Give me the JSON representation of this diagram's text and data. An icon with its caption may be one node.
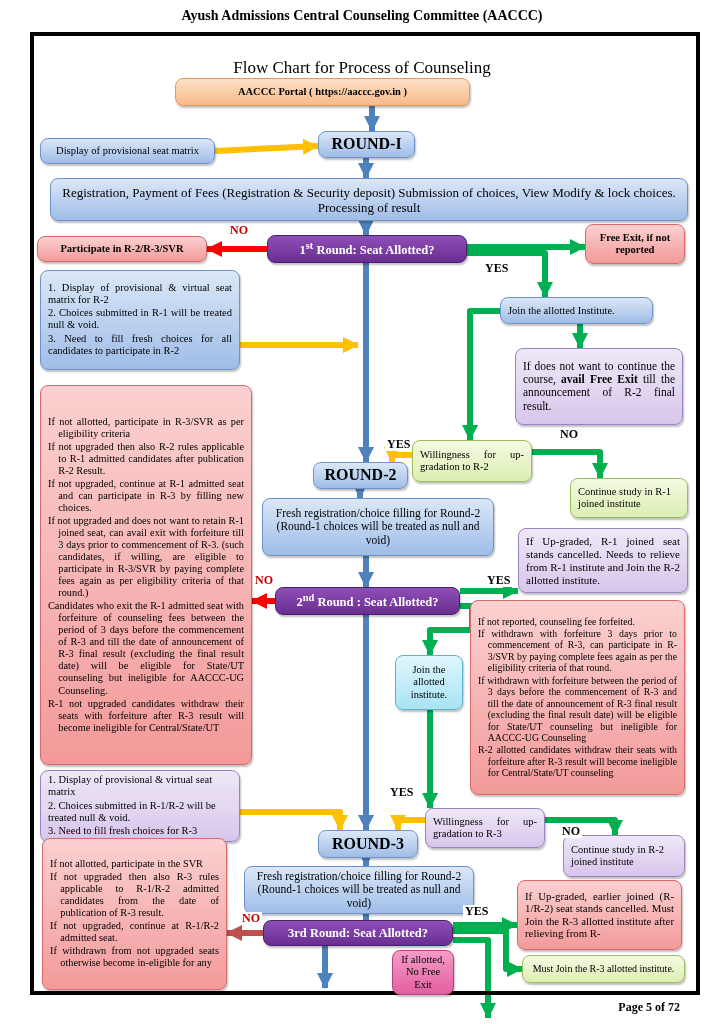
{
  "diagram": {
    "title": "Flow Chart for Process of Counseling",
    "nodes": [
      {
        "text": [
          "AACCC Portal ( https://aaccc.gov.in )"
        ]
      },
      {
        "text": [
          "Display of provisional seat matrix"
        ]
      },
      {
        "text": [
          "ROUND-I"
        ]
      },
      {
        "text": [
          "Registration, Payment of Fees (Registration & Security deposit) Submission of choices, View Modify & lock choices. Processing of result"
        ]
      },
      {
        "text": [
          "1$^{st}$ Round: Seat Allotted?"
        ]
      },
      {
        "text": [
          "Participate in R-2/R-3/SVR"
        ]
      },
      {
        "text": [
          "Free Exit, if not reported"
        ]
      },
      {
        "text": [
          "1. Display of provisional & virtual seat matrix for R-2",
          "2. Choices submitted in R-1 will be treated null & void.",
          "3. Need to fill fresh choices for all candidates to participate in R-2"
        ]
      },
      {
        "text": [
          "Join the allotted Institute."
        ]
      },
      {
        "text": [
          "If does not want to continue the course, **avail Free Exit** till the announcement of R-2 final result."
        ]
      },
      {
        "text": [
          "If not allotted, participate in R-3/SVR as per eligibility criteria",
          "If not upgraded then also R-2 rules applicable to R-1 admitted candidates after publication R-2 Result.",
          "If not upgraded, continue at R-1 admitted seat and can participate in R-3 by filling new choices.",
          "If not upgraded and does not want to retain R-1 joined seat, can avail exit with forfeiture till 3 days prior to commencement of R-3. (such candidates, if willing, are eligible to participate in R-3/SVR by paying complete fees again as per eligibility criteria of that round.)",
          "Candidates who exit the R-1 admitted seat with forfeiture of counseling fees between the period of 3 days before the commencement of R-3 and till the date of announcement of R-3 final result (excluding the final result date) will be eligible for State/UT counseling but ineligible for AACCC-UG Counseling.",
          "R-1 not upgraded candidates withdraw their seats with forfeiture after R-3 result will become ineligible for Central/State/UT"
        ]
      },
      {
        "text": [
          "Willingness for up-gradation to R-2"
        ]
      },
      {
        "text": [
          "ROUND-2"
        ]
      },
      {
        "text": [
          "Continue study in R-1 joined institute"
        ]
      },
      {
        "text": [
          "Fresh registration/choice filling for Round-2 (Round-1 choices will be treated as null and void)"
        ]
      },
      {
        "text": [
          "If Up-graded, R-1 joined seat stands cancelled. Needs to relieve from R-1 institute and Join the R-2 allotted institute."
        ]
      },
      {
        "text": [
          "2$^{nd}$ Round : Seat Allotted?"
        ]
      },
      {
        "text": [
          "Join the allotted institute."
        ]
      },
      {
        "text": [
          "If not reported, counseling fee forfeited.",
          "If withdrawn with forfeiture 3 days prior to commencement of R-3, can participate in R-3/SVR by paying complete fees again as per the eligibility criteria of that round.",
          "If withdrawn with forfeiture between the period of 3 days before the commencement of R-3 and till the date of announcement of R-3 final result (excluding the final result date) will be eligible for State/UT counseling but ineligible for AACCC-UG Counseling",
          "R-2 allotted candidates withdraw their seats with forfeiture after R-3 result will become ineligible for Central/State/UT counseling"
        ]
      },
      {
        "text": [
          "1. Display of provisional & virtual seat matrix",
          "2. Choices submitted in R-1/R-2 will be treated null & void.",
          "3. Need to fill fresh choices for R-3"
        ]
      },
      {
        "text": [
          "Willingness for up-gradation to R-3"
        ]
      },
      {
        "text": [
          "ROUND-3"
        ]
      },
      {
        "text": [
          "Continue study in R-2 joined institute"
        ]
      },
      {
        "text": [
          "If not allotted, participate in the SVR",
          "If not upgraded then also R-3 rules applicable to R-1/R-2 admitted candidates from the date of publication of R-3 result.",
          "If not upgraded, continue at R-1/R-2 admitted seat.",
          "If withdrawn from not upgraded seats otherwise become in-eligible for any"
        ]
      },
      {
        "text": [
          "Fresh registration/choice filling for Round-2 (Round-1 choices will be treated as null and void)"
        ]
      },
      {
        "text": [
          "If Up-graded, earlier joined (R-1/R-2) seat stands cancelled. Must Join the R-3 allotted institute after relieving from R-"
        ]
      },
      {
        "text": [
          "3rd Round: Seat Allotted?"
        ]
      },
      {
        "text": [
          "If allotted, No Free Exit"
        ]
      },
      {
        "text": [
          "Must Join the R-3 allotted institute."
        ]
      }
    ],
    "edges": [
      {
        "from": 0,
        "to": 2,
        "arrow": "to",
        "color": "#4f81bd"
      },
      {
        "from": 1,
        "to": 2,
        "arrow": "to",
        "color": "#ffc000"
      },
      {
        "from": 2,
        "to": 3,
        "arrow": "to",
        "color": "#4f81bd"
      },
      {
        "from": 3,
        "to": 4,
        "arrow": "to",
        "color": "#4f81bd"
      },
      {
        "from": 4,
        "to": 5,
        "arrow": "to",
        "label": "NO",
        "color": "#ff0000"
      },
      {
        "from": 4,
        "to": 6,
        "arrow": "to"
      },
      {
        "from": 4,
        "to": 8,
        "arrow": "to",
        "label": "YES"
      },
      {
        "from": 8,
        "to": 9,
        "arrow": "to"
      },
      {
        "from": 8,
        "to": 11,
        "arrow": "to"
      },
      {
        "from": 4,
        "to": 12,
        "arrow": "to",
        "color": "#4f81bd"
      },
      {
        "from": 7,
        "to": null,
        "arrow": "to",
        "color": "#ffc000"
      },
      {
        "from": 11,
        "to": 12,
        "arrow": "to",
        "label": "YES",
        "color": "#ffc000"
      },
      {
        "from": 11,
        "to": 13,
        "arrow": "to",
        "label": "NO"
      },
      {
        "from": 12,
        "to": 14,
        "arrow": "to",
        "color": "#4f81bd"
      },
      {
        "from": 14,
        "to": 16,
        "arrow": "to",
        "color": "#4f81bd"
      },
      {
        "from": 16,
        "to": 10,
        "arrow": "to",
        "label": "NO",
        "color": "#ff0000"
      },
      {
        "from": 16,
        "to": 15,
        "arrow": "to",
        "label": "YES"
      },
      {
        "from": 16,
        "to": 17,
        "arrow": "to"
      },
      {
        "from": 17,
        "to": 20,
        "arrow": "to"
      },
      {
        "from": 16,
        "to": 21,
        "arrow": "to",
        "color": "#4f81bd"
      },
      {
        "from": 19,
        "to": 21,
        "arrow": "to",
        "color": "#ffc000"
      },
      {
        "from": 20,
        "to": 21,
        "arrow": "to",
        "label": "YES",
        "color": "#ffc000"
      },
      {
        "from": 20,
        "to": 22,
        "arrow": "to",
        "label": "NO"
      },
      {
        "from": 21,
        "to": 24,
        "arrow": "to",
        "color": "#4f81bd"
      },
      {
        "from": 24,
        "to": 26,
        "arrow": "to",
        "color": "#4f81bd"
      },
      {
        "from": 26,
        "to": 23,
        "arrow": "to",
        "label": "NO",
        "color": "#c0504d"
      },
      {
        "from": 26,
        "to": 25,
        "arrow": "to",
        "label": "YES"
      },
      {
        "from": 26,
        "to": 28,
        "arrow": "to"
      },
      {
        "from": 26,
        "to": null,
        "arrow": "to"
      },
      {
        "from": 26,
        "to": null,
        "arrow": "to",
        "color": "#4f81bd"
      }
    ],
    "labels": [
      "Ayush Admissions Central Counseling Committee (AACCC)",
      "Page 5 of 72"
    ]
  }
}
